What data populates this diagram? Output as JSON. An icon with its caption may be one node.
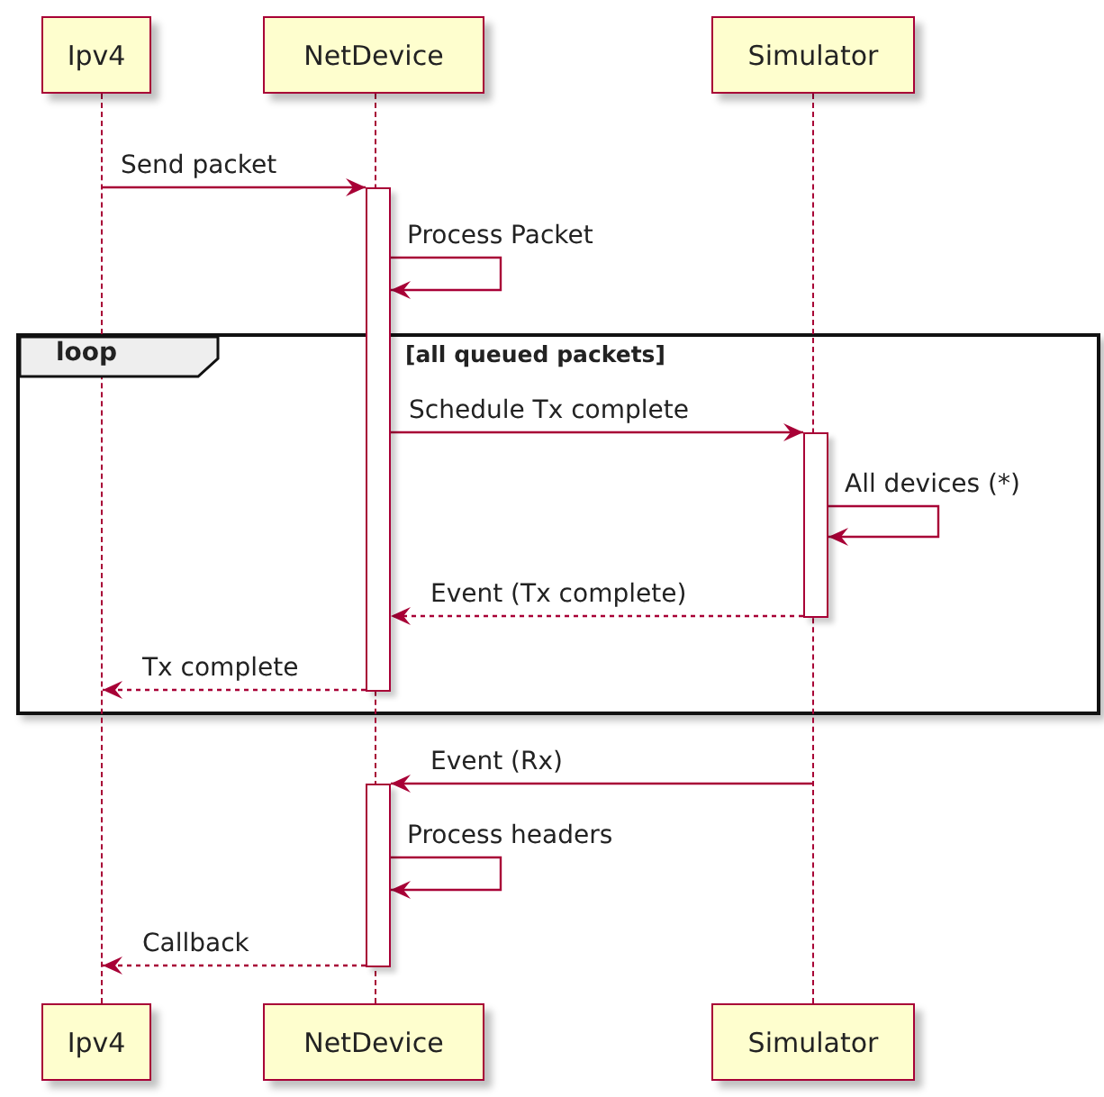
{
  "diagram": {
    "nodes": [
      {
        "text": [
          "Ipv4"
        ]
      },
      {
        "text": [
          "NetDevice"
        ]
      },
      {
        "text": [
          "Simulator"
        ]
      },
      {
        "text": [],
        "shape": "line"
      },
      {
        "text": [],
        "shape": "line"
      },
      {
        "text": [],
        "shape": "line"
      },
      {
        "text": [],
        "shape": "bar"
      },
      {
        "text": [
          "loop",
          "[all queued packets]"
        ]
      },
      {
        "text": [],
        "shape": "bar",
        "in": 7
      },
      {
        "text": [],
        "shape": "bar"
      },
      {
        "text": [
          "Ipv4"
        ]
      },
      {
        "text": [
          "NetDevice"
        ]
      },
      {
        "text": [
          "Simulator"
        ]
      }
    ],
    "edges": [
      {
        "from": 3,
        "to": 6,
        "arrow": "to",
        "label": "Send packet"
      },
      {
        "from": 6,
        "to": 6,
        "arrow": "to",
        "label": "Process Packet"
      },
      {
        "from": 6,
        "to": 8,
        "arrow": "to",
        "label": "Schedule Tx complete"
      },
      {
        "from": 8,
        "to": 8,
        "arrow": "to",
        "label": "All devices (*)"
      },
      {
        "from": 8,
        "to": 6,
        "arrow": "to",
        "label": "Event (Tx complete)",
        "style": "dashed"
      },
      {
        "from": 6,
        "to": 3,
        "arrow": "to",
        "label": "Tx complete",
        "style": "dashed"
      },
      {
        "from": 5,
        "to": 9,
        "arrow": "to",
        "label": "Event (Rx)"
      },
      {
        "from": 9,
        "to": 9,
        "arrow": "to",
        "label": "Process headers"
      },
      {
        "from": 9,
        "to": 3,
        "arrow": "to",
        "label": "Callback",
        "style": "dashed"
      }
    ]
  }
}
